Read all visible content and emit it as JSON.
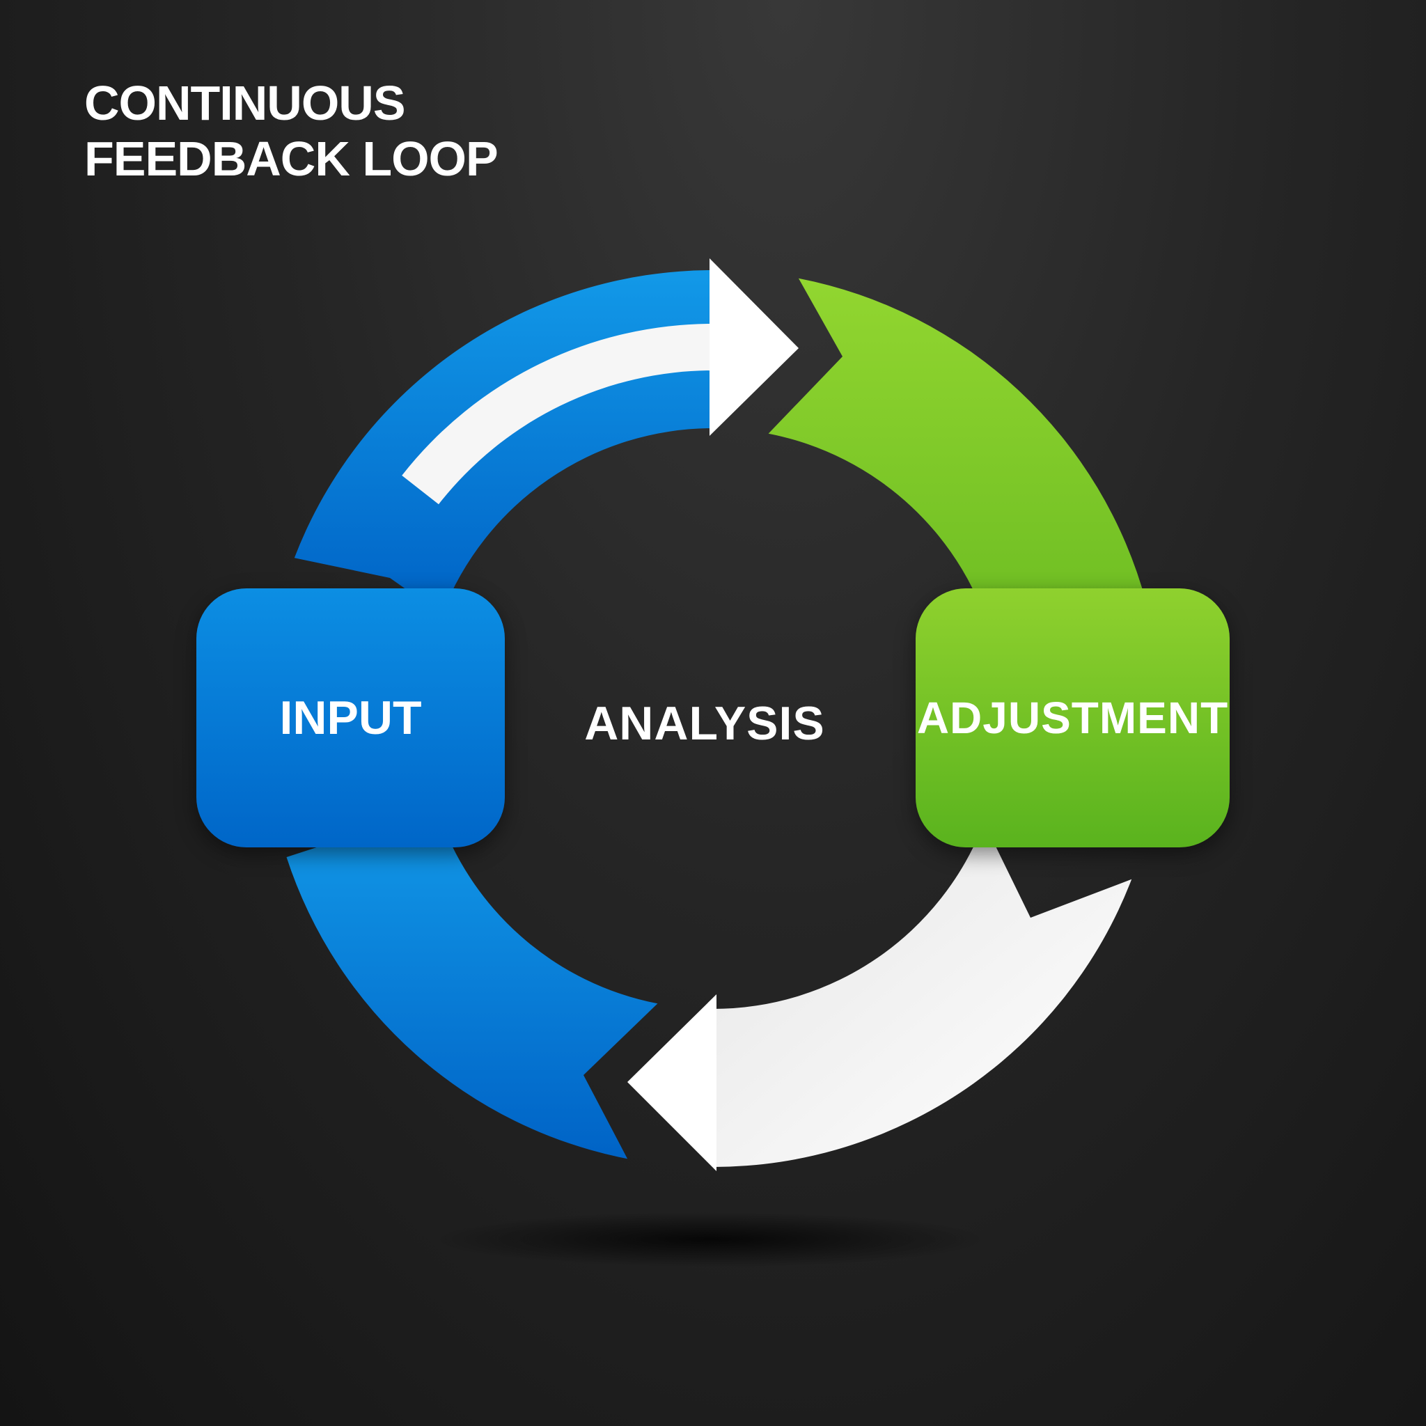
{
  "title": {
    "line1": "CONTINUOUS",
    "line2": "FEEDBACK LOOP"
  },
  "stages": {
    "input": "INPUT",
    "analysis": "ANALYSIS",
    "adjustment": "ADJUSTMENT"
  },
  "colors": {
    "blue": "#0a86dc",
    "green": "#82c828",
    "white": "#f4f4f4",
    "background": "#1e1e1e"
  }
}
